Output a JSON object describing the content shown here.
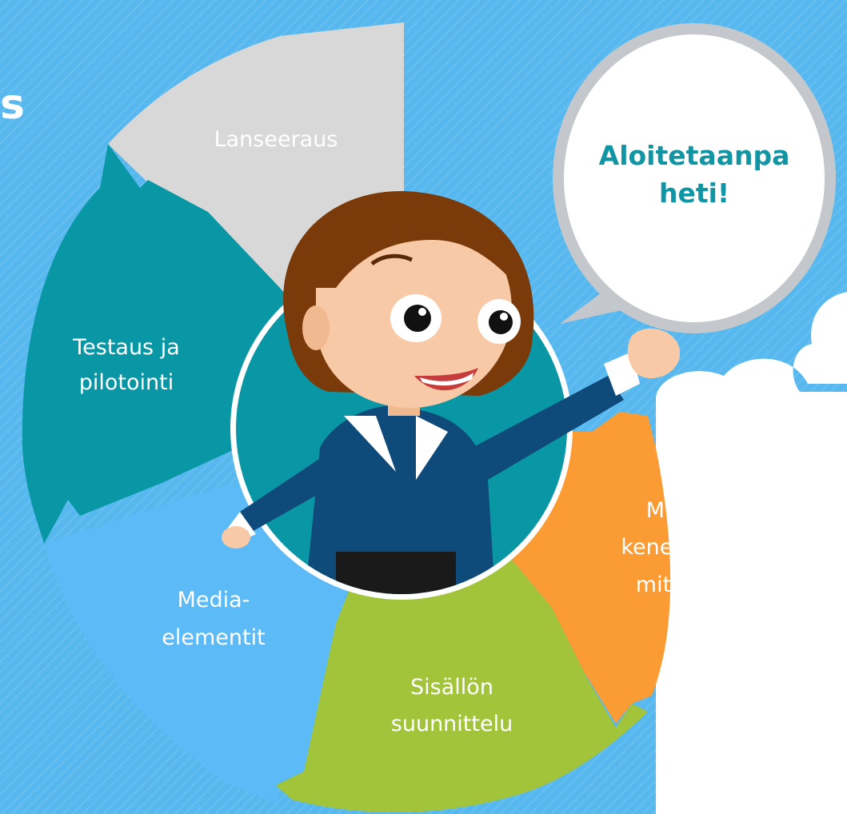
{
  "heading_fragment": "s",
  "speech_bubble": {
    "line1": "Aloitetaanpa",
    "line2": "heti!"
  },
  "segments": [
    {
      "id": "lanseeraus",
      "lines": [
        "Lanseeraus"
      ],
      "color": "#d8d8d8"
    },
    {
      "id": "testaus",
      "lines": [
        "Testaus ja",
        "pilotointi"
      ],
      "color": "#0a97a5"
    },
    {
      "id": "media",
      "lines": [
        "Media-",
        "elementit"
      ],
      "color": "#5cbbf6"
    },
    {
      "id": "sisallon",
      "lines": [
        "Sisällön",
        "suunnittelu"
      ],
      "color": "#a2c43a"
    },
    {
      "id": "mita",
      "lines": [
        "Mitä,",
        "kenelle ja",
        "miten?"
      ],
      "color": "#fb9b33"
    }
  ],
  "colors": {
    "background": "#56b8ee",
    "bubble_border": "#c4c8cc",
    "bubble_text": "#1095a4",
    "hub_ring": "#ffffff",
    "hub_fill": "#0a97a5"
  }
}
